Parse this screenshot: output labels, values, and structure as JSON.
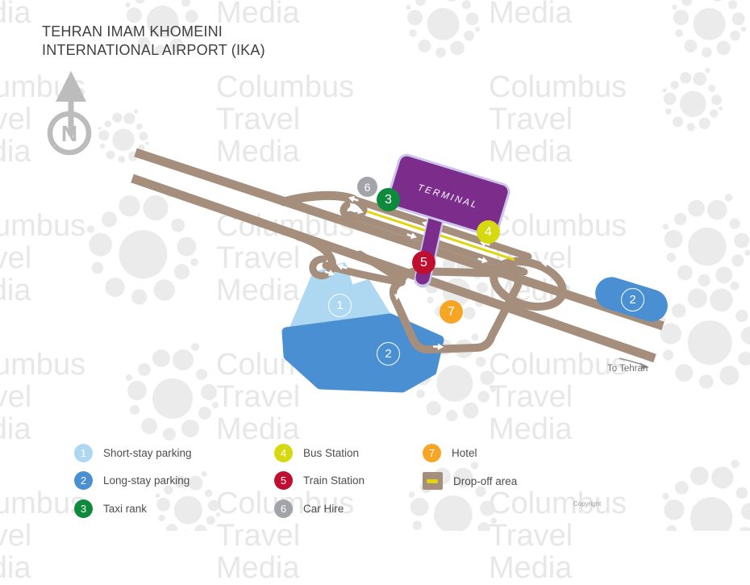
{
  "title": "TEHRAN IMAM KHOMEINI\nINTERNATIONAL AIRPORT (IKA)",
  "compass": {
    "label": "N"
  },
  "map": {
    "terminal_label": "TERMINAL",
    "to_tehran_label": "To Tehran",
    "markers": [
      {
        "num": "6",
        "name": "car-hire"
      },
      {
        "num": "3",
        "name": "taxi-rank"
      },
      {
        "num": "4",
        "name": "bus-station"
      },
      {
        "num": "5",
        "name": "train-station"
      },
      {
        "num": "7",
        "name": "hotel"
      },
      {
        "num": "1",
        "name": "short-stay-parking"
      },
      {
        "num": "2",
        "name": "long-stay-parking"
      },
      {
        "num": "2",
        "name": "long-stay-parking-east"
      }
    ]
  },
  "legend": {
    "items": [
      {
        "num": "1",
        "label": "Short-stay parking"
      },
      {
        "num": "2",
        "label": "Long-stay parking"
      },
      {
        "num": "3",
        "label": "Taxi rank"
      },
      {
        "num": "4",
        "label": "Bus Station"
      },
      {
        "num": "5",
        "label": "Train Station"
      },
      {
        "num": "6",
        "label": "Car Hire"
      },
      {
        "num": "7",
        "label": "Hotel"
      },
      {
        "num": "",
        "label": "Drop-off area"
      }
    ]
  },
  "watermark": {
    "line1": "Columbus",
    "line2": "Travel",
    "line3": "Media"
  },
  "copyright": "Copyright",
  "colors": {
    "road": "#a58e7c",
    "terminal": "#7c2d8c",
    "terminalBorder": "#ccc6ea",
    "dropoff": "#e3d50c",
    "shortstay": "#aed7f1",
    "longstay": "#4a8fd2",
    "taxi": "#0e8a3c",
    "bus": "#d6d90f",
    "train": "#c00e31",
    "carhire": "#a3a3aa",
    "hotel": "#f6a525",
    "wmtext": "#e7e7e7",
    "wmdots": "#ebebeb",
    "title": "#3f3f3f",
    "legendText": "#4d4d4d",
    "muted": "#6e6e6e",
    "copyright": "#9b9b9b",
    "compass": "#bcbcbc"
  }
}
